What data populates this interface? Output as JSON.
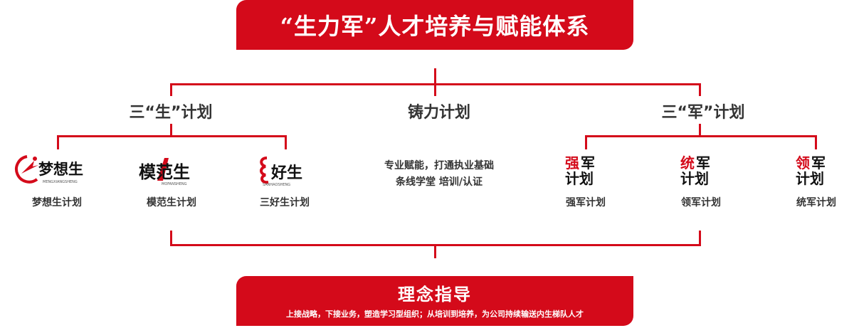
{
  "title": "“生力军”人才培养与赋能体系",
  "branches": [
    {
      "title": "三“生”计划",
      "items": [
        {
          "logo_main": "梦想生",
          "logo_sub": "MENGXIANGSHENG",
          "label": "梦想生计划"
        },
        {
          "logo_main": "模范生",
          "logo_sub": "MOFANSHENG",
          "label": "模范生计划"
        },
        {
          "logo_main": "好生",
          "logo_sub": "SANHAOSHENG",
          "label": "三好生计划"
        }
      ]
    },
    {
      "title": "铸力计划",
      "lines": [
        "专业赋能，打通执业基础",
        "条线学堂 培训/认证"
      ]
    },
    {
      "title": "三“军”计划",
      "items": [
        {
          "logo_a": "强",
          "logo_b": "军",
          "logo_c": "计划",
          "label": "强军计划"
        },
        {
          "logo_a": "统",
          "logo_b": "军",
          "logo_c": "计划",
          "label": "领军计划"
        },
        {
          "logo_a": "领",
          "logo_b": "军",
          "logo_c": "计划",
          "label": "统军计划"
        }
      ]
    }
  ],
  "footer": {
    "title": "理念指导",
    "subtitle": "上接战略，下接业务，塑造学习型组织；从培训到培养，为公司持续输送内生梯队人才"
  },
  "colors": {
    "accent": "#d40a1a",
    "text": "#333333"
  }
}
